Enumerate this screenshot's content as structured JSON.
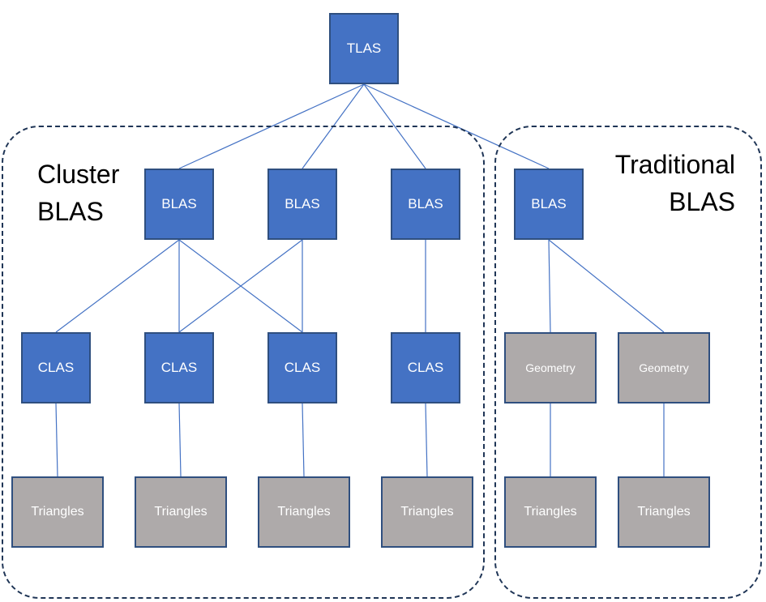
{
  "groups": {
    "cluster": {
      "label": "Cluster\nBLAS"
    },
    "traditional": {
      "label": "Traditional\nBLAS"
    }
  },
  "nodes": {
    "tlas": "TLAS",
    "blas_1": "BLAS",
    "blas_2": "BLAS",
    "blas_3": "BLAS",
    "blas_4": "BLAS",
    "clas_1": "CLAS",
    "clas_2": "CLAS",
    "clas_3": "CLAS",
    "clas_4": "CLAS",
    "geometry_1": "Geometry",
    "geometry_2": "Geometry",
    "triangles_1": "Triangles",
    "triangles_2": "Triangles",
    "triangles_3": "Triangles",
    "triangles_4": "Triangles",
    "triangles_5": "Triangles",
    "triangles_6": "Triangles"
  },
  "colors": {
    "accel_node": "#4472c4",
    "data_node": "#aeaaaa",
    "edge": "#4472c4",
    "group_border": "#1f3556"
  },
  "edges": [
    [
      "tlas",
      "blas_1"
    ],
    [
      "tlas",
      "blas_2"
    ],
    [
      "tlas",
      "blas_3"
    ],
    [
      "tlas",
      "blas_4"
    ],
    [
      "blas_1",
      "clas_1"
    ],
    [
      "blas_1",
      "clas_2"
    ],
    [
      "blas_1",
      "clas_3"
    ],
    [
      "blas_2",
      "clas_2"
    ],
    [
      "blas_2",
      "clas_3"
    ],
    [
      "blas_3",
      "clas_4"
    ],
    [
      "blas_4",
      "geometry_1"
    ],
    [
      "blas_4",
      "geometry_2"
    ],
    [
      "clas_1",
      "triangles_1"
    ],
    [
      "clas_2",
      "triangles_2"
    ],
    [
      "clas_3",
      "triangles_3"
    ],
    [
      "clas_4",
      "triangles_4"
    ],
    [
      "geometry_1",
      "triangles_5"
    ],
    [
      "geometry_2",
      "triangles_6"
    ]
  ]
}
